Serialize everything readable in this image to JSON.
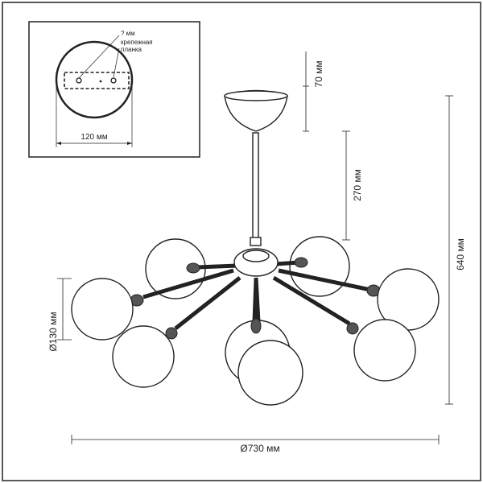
{
  "inset": {
    "hole_label": "? мм",
    "plate_label_line1": "крепежная",
    "plate_label_line2": "планка",
    "width_label": "120 мм"
  },
  "dimensions": {
    "canopy_height": "70 мм",
    "rod_length": "270 мм",
    "total_height": "640 мм",
    "globe_diameter": "Ø130 мм",
    "total_diameter": "Ø730 мм"
  }
}
